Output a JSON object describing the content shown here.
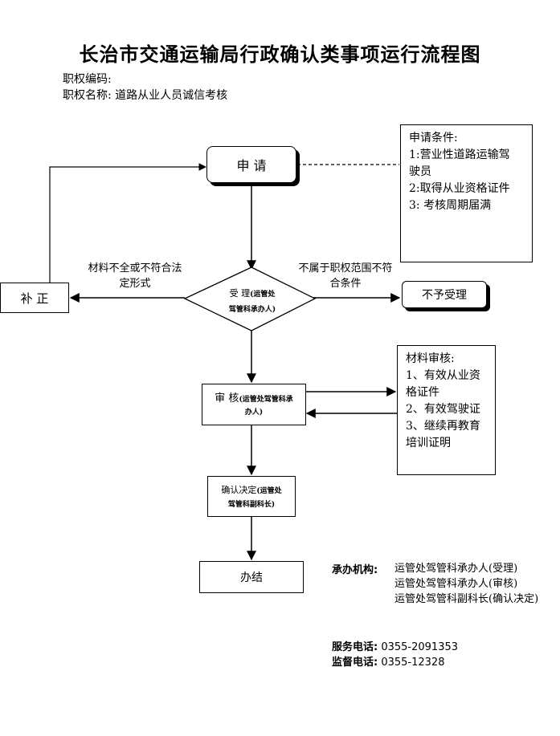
{
  "title": "长治市交通运输局行政确认类事项运行流程图",
  "meta": {
    "code_label": "职权编码:",
    "name_label": "职权名称:",
    "name_value": "道路从业人员诚信考核"
  },
  "nodes": {
    "apply": "申 请",
    "correct": "补 正",
    "accept_main": "受 理",
    "accept_sub_1": "(运管处",
    "accept_sub_2": "驾管科承办人)",
    "reject": "不予受理",
    "review_main": "审 核",
    "review_sub_1": "(运管处驾管科承",
    "review_sub_2": "办人)",
    "confirm_main": "确认决定",
    "confirm_sub_1": "(运管处",
    "confirm_sub_2": "驾管科副科长)",
    "finish": "办结"
  },
  "labels": {
    "incomplete_1": "材料不全或不符合法",
    "incomplete_2": "定形式",
    "out_of_scope_1": "不属于职权范围不符",
    "out_of_scope_2": "合条件"
  },
  "apply_conditions": {
    "title": "申请条件:",
    "lines": [
      "1:营业性道路运输驾",
      "驶员",
      "2:取得从业资格证件",
      "3: 考核周期届满"
    ]
  },
  "review_materials": {
    "title": "材料审核:",
    "lines": [
      "1、有效从业资",
      "格证件",
      "2、有效驾驶证",
      "3、继续再教育",
      "培训证明"
    ]
  },
  "agency": {
    "label": "承办机构:",
    "lines": [
      "运管处驾管科承办人(受理)",
      "运管处驾管科承办人(审核)",
      "运管处驾管科副科长(确认决定)"
    ]
  },
  "contacts": {
    "service_label": "服务电话:",
    "service_value": "0355-2091353",
    "supervise_label": "监督电话:",
    "supervise_value": "0355-12328"
  }
}
